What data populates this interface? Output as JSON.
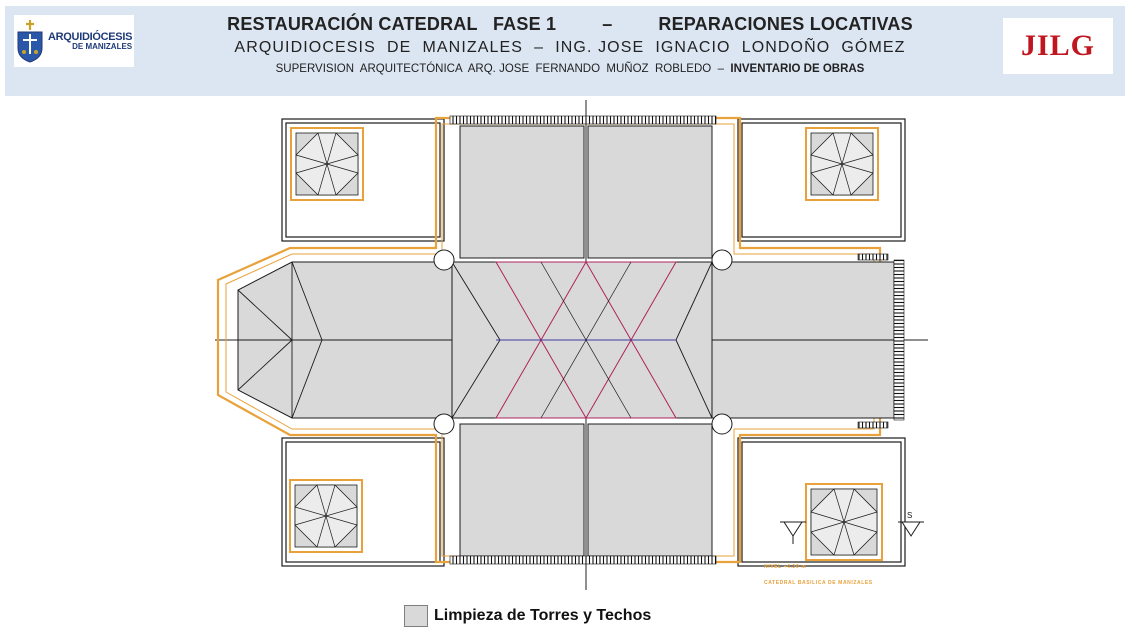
{
  "header": {
    "title_left": "RESTAURACIÓN CATEDRAL   FASE 1",
    "title_dash": "–",
    "title_right": "REPARACIONES LOCATIVAS",
    "subtitle": "ARQUIDIOCESIS  DE  MANIZALES  –  ING. JOSE  IGNACIO  LONDOÑO  GÓMEZ",
    "supervision": "SUPERVISION  ARQUITECTÓNICA  ARQ. JOSE  FERNANDO  MUÑOZ  ROBLEDO  –  ",
    "supervision_bold": "INVENTARIO DE OBRAS",
    "logo_left_line1": "ARQUIDIÓCESIS",
    "logo_left_line2": "DE MANIZALES",
    "logo_right": "JILG"
  },
  "plan": {
    "level_label": "NIVEL +4.20 m",
    "stamp_label": "CATEDRAL BASILICA DE MANIZALES",
    "section_mark": "S",
    "colors": {
      "roof": "#d9d9d9",
      "wall": "#e9a23b",
      "line": "#1c1c1c",
      "accent": "#b0235a"
    }
  },
  "legend": {
    "label": "Limpieza de Torres y Techos",
    "swatch_color": "#d9d9d9"
  }
}
